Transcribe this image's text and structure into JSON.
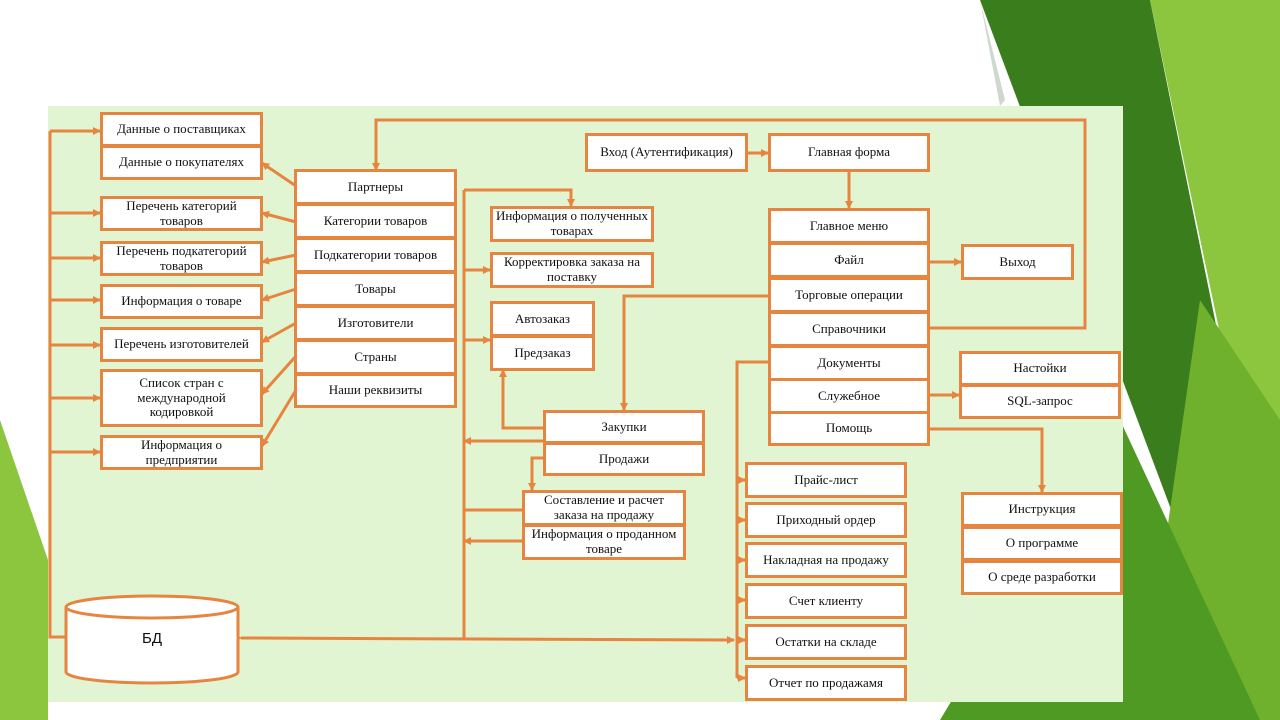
{
  "colors": {
    "panel": "#e2f5d2",
    "border": "#e5853f",
    "dark_green": "#3a7d1c",
    "light_green": "#8cc63f"
  },
  "data_sources": [
    "Данные о поставщиках",
    "Данные о покупателях",
    "Перечень категорий товаров",
    "Перечень подкатегорий товаров",
    "Информация о товаре",
    "Перечень изготовителей",
    "Список стран с международной кодировкой",
    "Информация о предприятии"
  ],
  "directories": [
    "Партнеры",
    "Категории товаров",
    "Подкатегории товаров",
    "Товары",
    "Изготовители",
    "Страны",
    "Наши реквизиты"
  ],
  "goods_info": [
    "Информация о полученных товарах",
    "Корректировка заказа на поставку"
  ],
  "auto_orders": [
    "Автозаказ",
    "Предзаказ"
  ],
  "trade_ops": [
    "Закупки",
    "Продажи"
  ],
  "sales_info": [
    "Составление и расчет заказа на продажу",
    "Информация о проданном товаре"
  ],
  "login": "Вход (Аутентификация)",
  "main_form": "Главная форма",
  "main_menu": [
    "Главное меню",
    "Файл",
    "Торговые операции",
    "Справочники",
    "Документы",
    "Служебное",
    "Помощь"
  ],
  "exit": "Выход",
  "service": [
    "Настойки",
    "SQL-запрос"
  ],
  "help": [
    "Инструкция",
    "О программе",
    "О среде разработки"
  ],
  "documents": [
    "Прайс-лист",
    "Приходный ордер",
    "Накладная на продажу",
    "Счет клиенту",
    "Остатки на складе",
    "Отчет по продажамя"
  ],
  "db": "БД"
}
